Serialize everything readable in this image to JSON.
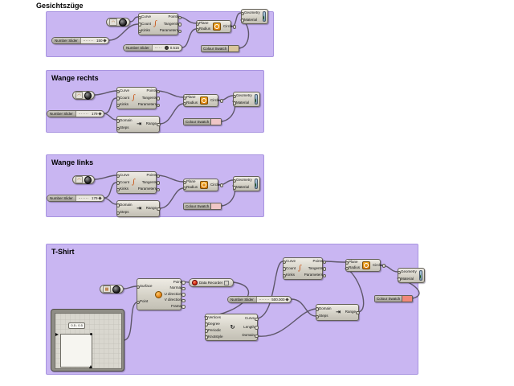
{
  "colors": {
    "group_bg": "#c9b6f2",
    "wire": "#56505e",
    "swatch_face": "#d9c59b",
    "swatch_cheek": "#efc6c6",
    "swatch_tshirt": "#f0887a"
  },
  "shared": {
    "number_slider": "Number Slider",
    "colour_swatch": "Colour Swatch",
    "curve_comp": {
      "in": [
        "Curve",
        "Count",
        "Kinks"
      ],
      "out": [
        "Points",
        "Tangents",
        "Parameters"
      ]
    },
    "circle_comp": {
      "in": [
        "Plane",
        "Radius"
      ],
      "name": "Circle"
    },
    "range_comp": {
      "in": [
        "Domain",
        "Steps"
      ],
      "name": "Range"
    },
    "preview_comp": {
      "in": [
        "Geometry",
        "Material"
      ]
    }
  },
  "groups": [
    {
      "title": "Gesichtszüge",
      "slider_count": "150",
      "slider_radius": "0.515",
      "swatch_style": "background:#d9c59b"
    },
    {
      "title": "Wange rechts",
      "slider_count": "179",
      "swatch_style": "background:#efc6c6"
    },
    {
      "title": "Wange links",
      "slider_count": "179",
      "swatch_style": "background:#efc6c6"
    },
    {
      "title": "T-Shirt",
      "slider_steps": "500.000",
      "swatch_style": "background:#f0887a",
      "md_coords": "0.5 ; 0.5",
      "recorder": "Data Recorder",
      "eval": {
        "in": [
          "Surface",
          "Point"
        ],
        "out": [
          "Point",
          "Normal",
          "U direction",
          "V direction",
          "Frame"
        ]
      },
      "interp": {
        "in": [
          "Vertices",
          "Degree",
          "Periodic",
          "Knotstyle"
        ],
        "out": [
          "Curve",
          "Length",
          "Domain"
        ]
      }
    }
  ]
}
